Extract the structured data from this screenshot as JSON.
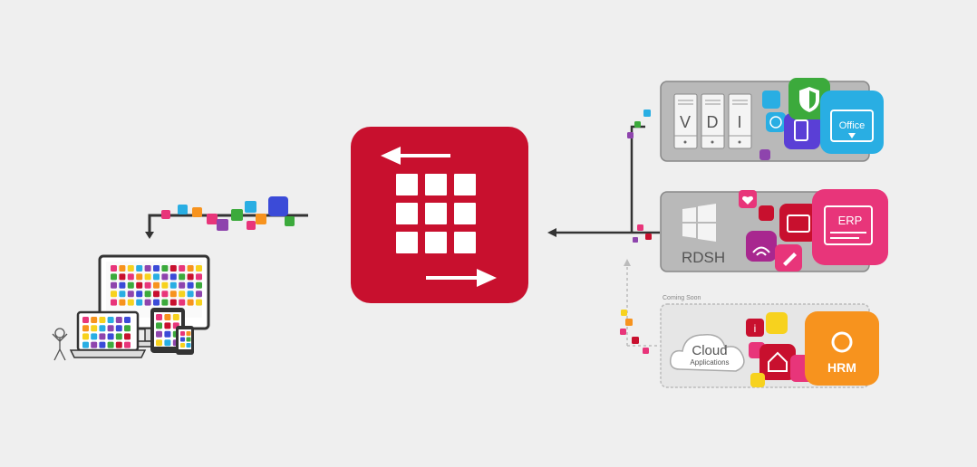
{
  "hub": {
    "color": "#c8102e",
    "icon": "grid-icon"
  },
  "vdi": {
    "letters": [
      "V",
      "D",
      "I"
    ]
  },
  "rdsh": {
    "label": "RDSH"
  },
  "cloud": {
    "coming_soon": "Coming Soon",
    "title": "Cloud",
    "subtitle": "Applications"
  },
  "app_tiles": {
    "office": "Office",
    "erp": "ERP",
    "hrm": "HRM"
  },
  "colors": {
    "accent_red": "#c8102e",
    "server_gray": "#b9b9b9",
    "office_blue": "#29aee3",
    "shield_green": "#3caa3c",
    "erp_pink": "#e8357a",
    "hrm_orange": "#f7931e"
  }
}
